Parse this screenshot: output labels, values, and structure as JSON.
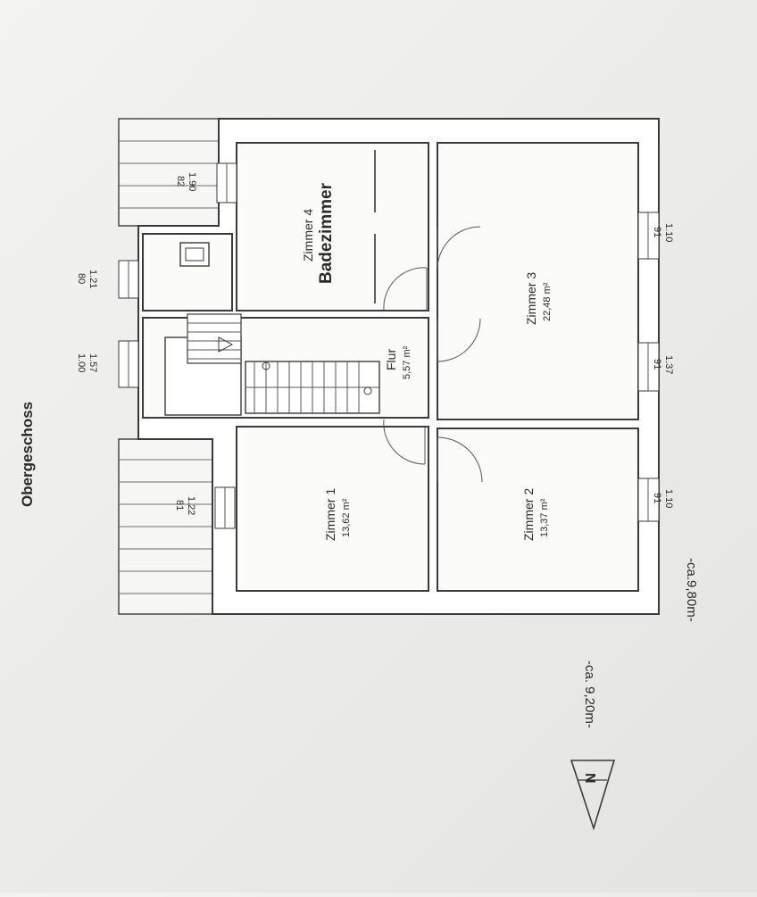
{
  "title": "Obergeschoss",
  "dimensions": {
    "width": "-ca. 9,20m-",
    "depth": "-ca.9,80m-"
  },
  "rooms": {
    "zimmer1": {
      "name": "Zimmer 1",
      "area": "13,62 m²"
    },
    "zimmer2": {
      "name": "Zimmer 2",
      "area": "13,37 m²"
    },
    "zimmer3": {
      "name": "Zimmer 3",
      "area": "22,48 m²"
    },
    "zimmer4": {
      "name": "Zimmer 4",
      "overlay": "Badezimmer"
    },
    "flur": {
      "name": "Flur",
      "area": "5,57 m²"
    }
  },
  "windows": {
    "w_top_left": {
      "width": "82",
      "height": "1.90"
    },
    "w_top_mid": {
      "width": "80",
      "height": "1.21"
    },
    "w_top_stair": {
      "width": "1.00",
      "height": "1.57"
    },
    "w_left": {
      "width": "81",
      "height": "1.22"
    },
    "w_right_top": {
      "width": "91",
      "height": "1.10"
    },
    "w_right_mid": {
      "width": "91",
      "height": "1.37"
    },
    "w_right_bottom": {
      "width": "91",
      "height": "1.10"
    }
  },
  "north_symbol": "N"
}
